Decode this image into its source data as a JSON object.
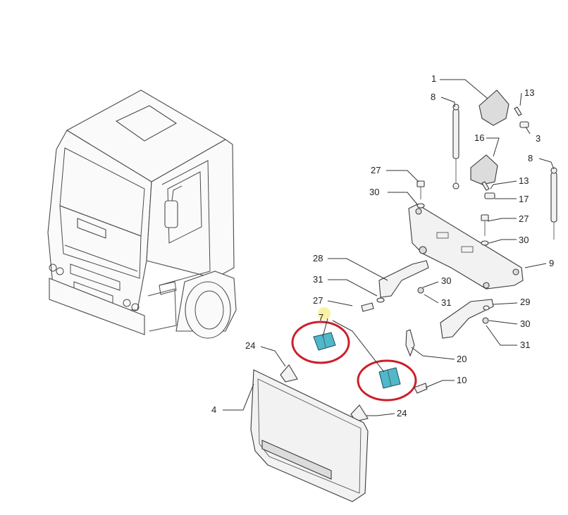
{
  "labels": {
    "l1": "1",
    "l8a": "8",
    "l13a": "13",
    "l3": "3",
    "l16": "16",
    "l8b": "8",
    "l27a": "27",
    "l13b": "13",
    "l30a": "30",
    "l17": "17",
    "l27b": "27",
    "l30b": "30",
    "l9": "9",
    "l28": "28",
    "l31a": "31",
    "l30c": "30",
    "l27c": "27",
    "l31b": "31",
    "l29": "29",
    "l7": "7",
    "l30d": "30",
    "l24a": "24",
    "l31c": "31",
    "l20": "20",
    "l10": "10",
    "l4": "4",
    "l24b": "24"
  },
  "colors": {
    "highlight": "#cc1f2a",
    "hinge": "#4fb8c9",
    "line": "#333333"
  }
}
